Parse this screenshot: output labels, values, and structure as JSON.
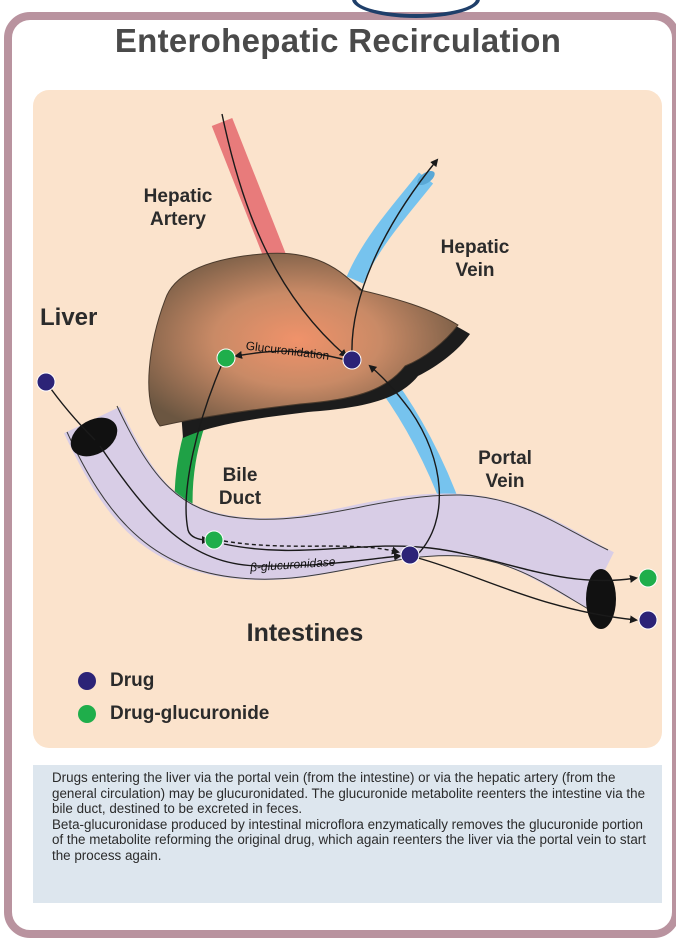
{
  "title": "Enterohepatic Recirculation",
  "labels": {
    "hepatic_artery": [
      "Hepatic",
      "Artery"
    ],
    "hepatic_vein": [
      "Hepatic",
      "Vein"
    ],
    "liver": "Liver",
    "bile_duct": [
      "Bile",
      "Duct"
    ],
    "portal_vein": [
      "Portal",
      "Vein"
    ],
    "intestines": "Intestines",
    "glucuronidation": "Glucuronidation",
    "beta_glucuronidase": "β-glucuronidase"
  },
  "legend": [
    {
      "label": "Drug",
      "color": "#2c2377"
    },
    {
      "label": "Drug-glucuronide",
      "color": "#1fae4b"
    }
  ],
  "caption": [
    "Drugs entering the liver via the portal vein (from the intestine) or via the hepatic artery (from the general circulation) may be glucuronidated. The glucuronide metabolite reenters the intestine via the bile duct, destined to be excreted in feces.",
    "Beta-glucuronidase produced by intestinal microflora enzymatically removes the glucuronide portion of the metabolite reforming the original drug, which again reenters the liver via the portal vein to start the process again."
  ],
  "colors": {
    "drug": "#2c2377",
    "drug_glucuronide": "#1fae4b",
    "hepatic_artery": "#e87b7b",
    "hepatic_vein": "#76c3ee",
    "bile_duct": "#1fa146",
    "intestine": "#d8cde6",
    "panel": "#fbe3cc",
    "frame": "#b9939f"
  }
}
